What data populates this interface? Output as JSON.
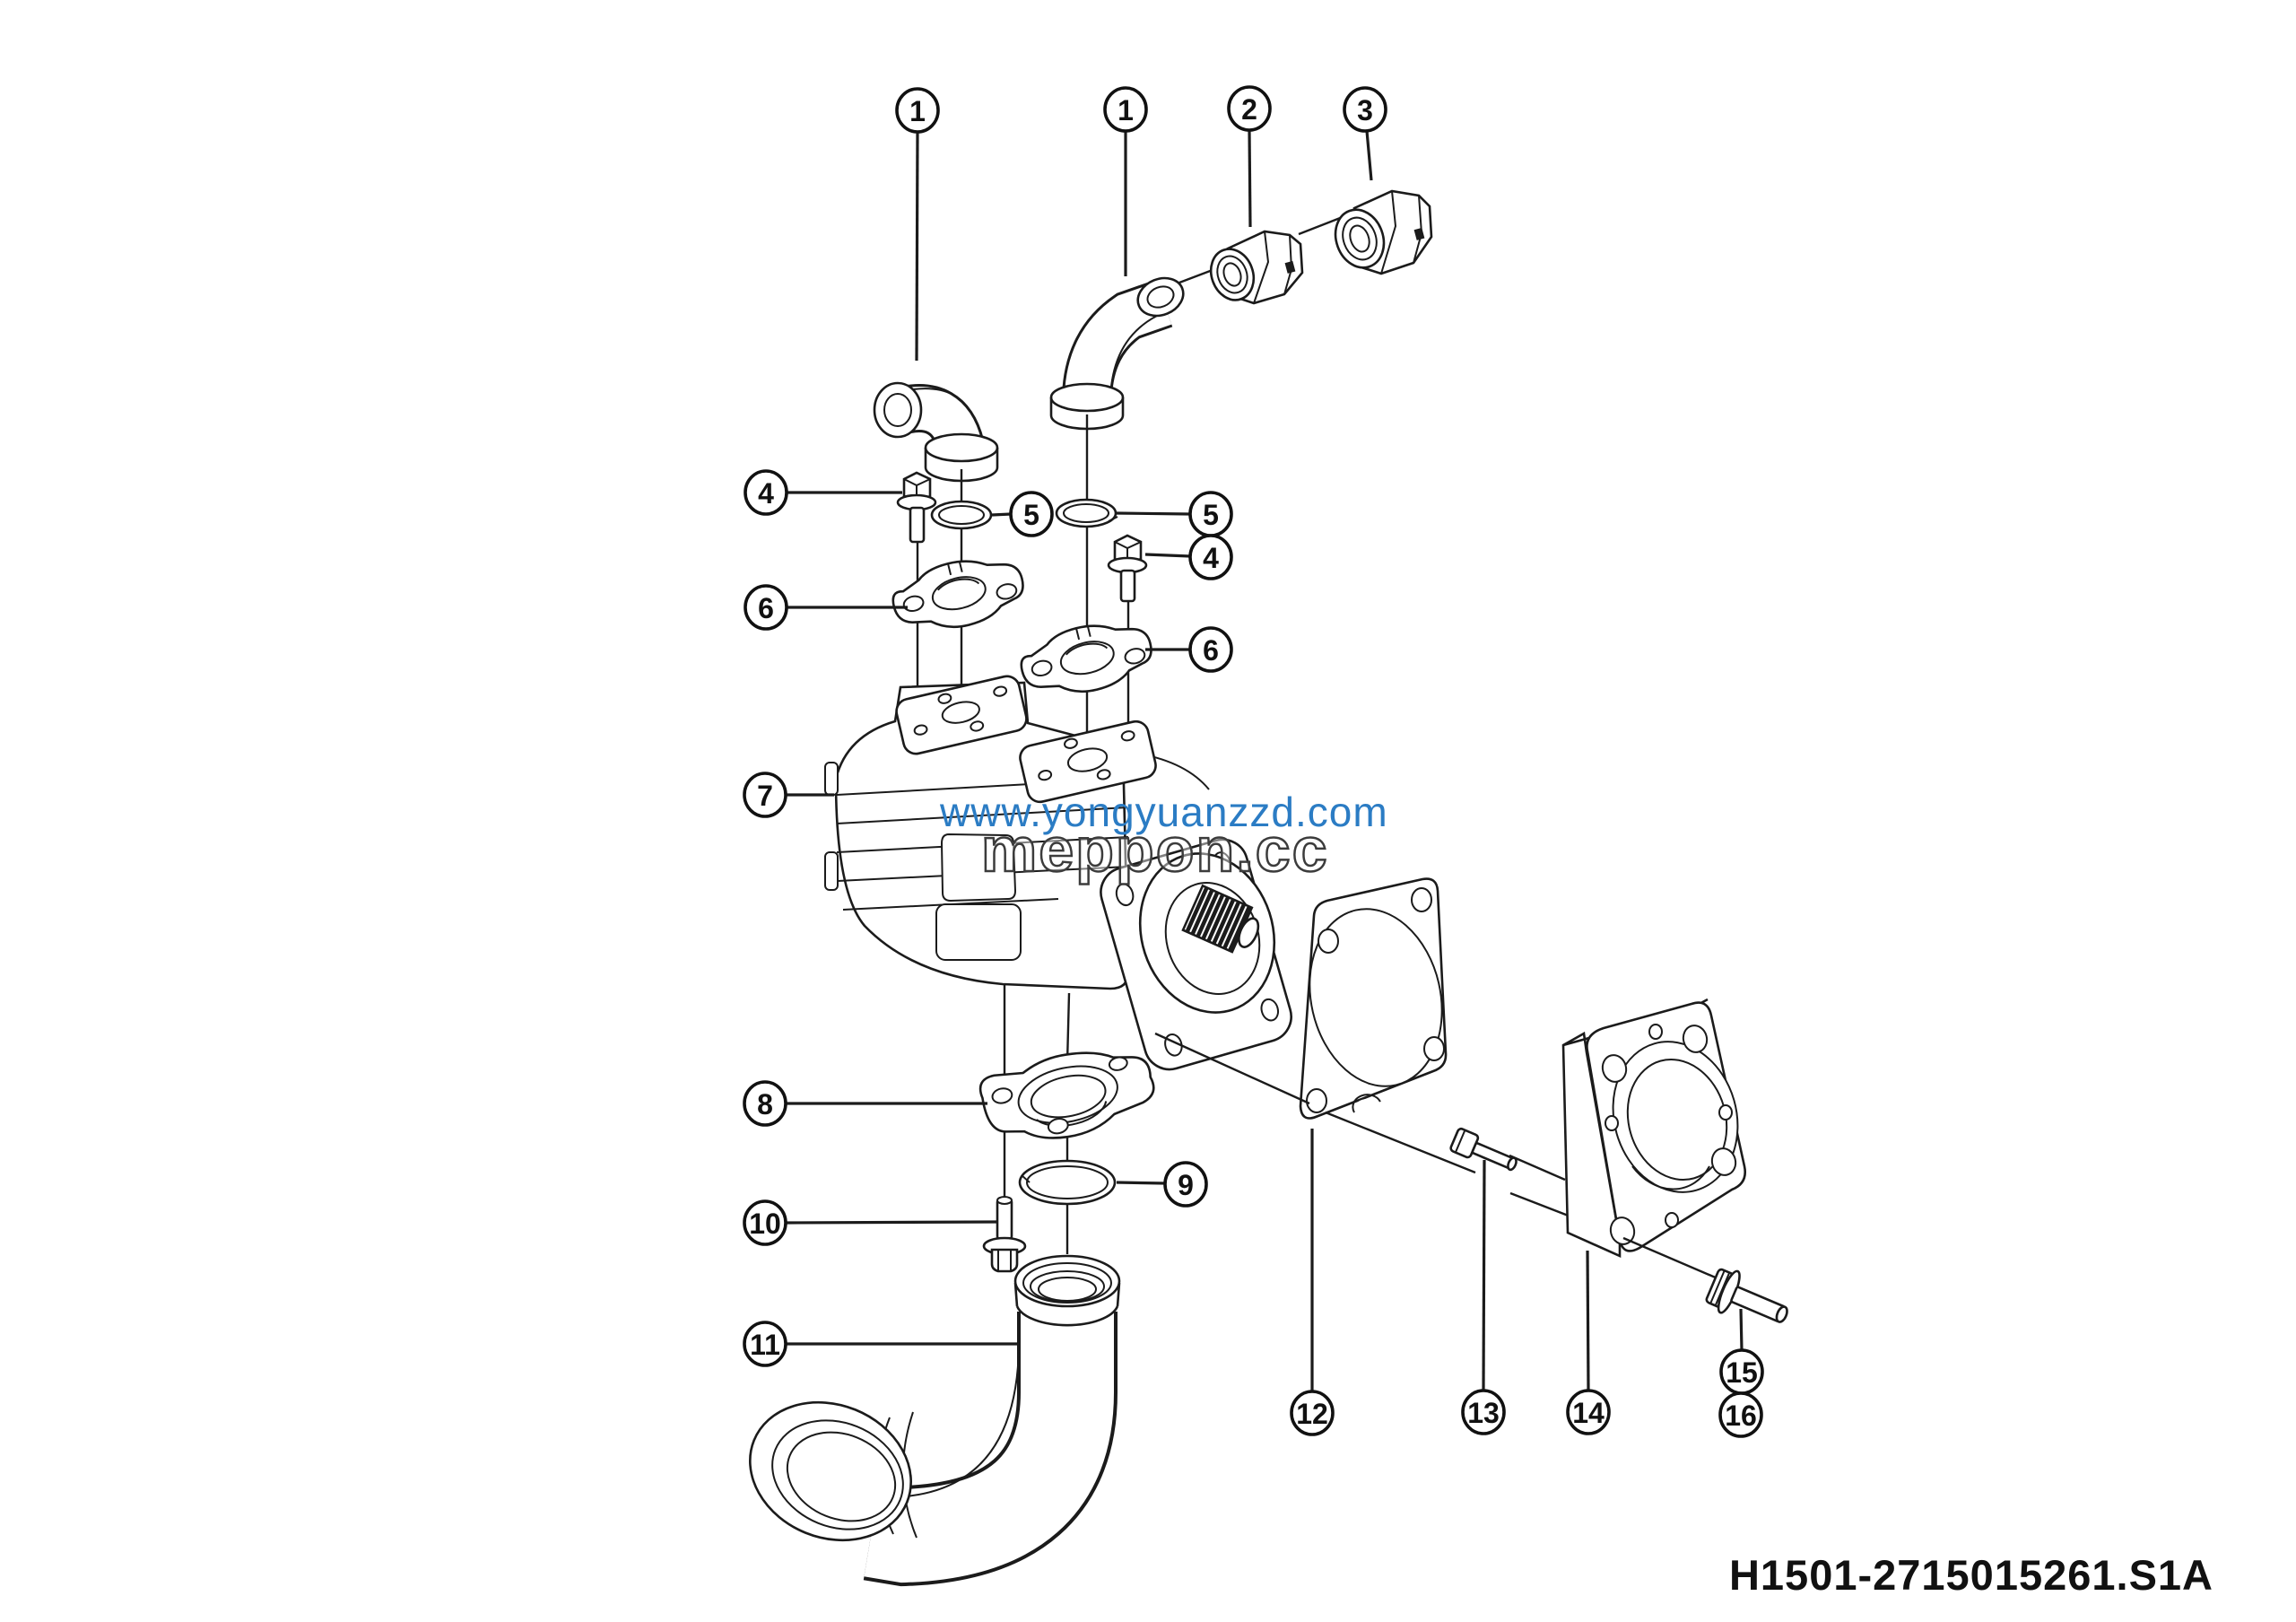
{
  "diagram": {
    "background": "#ffffff",
    "line_color": "#1b1b1b",
    "type": "exploded-parts-diagram"
  },
  "watermark": {
    "url_text": "www.yongyuanzzd.com",
    "url_color": "#2b7cc4",
    "brand_text": "meppon.cc"
  },
  "footer": {
    "part_number": "H1501-2715015261.S1A"
  },
  "callouts": [
    {
      "label": "1"
    },
    {
      "label": "1"
    },
    {
      "label": "2"
    },
    {
      "label": "3"
    },
    {
      "label": "4"
    },
    {
      "label": "5"
    },
    {
      "label": "5"
    },
    {
      "label": "4"
    },
    {
      "label": "6"
    },
    {
      "label": "6"
    },
    {
      "label": "7"
    },
    {
      "label": "8"
    },
    {
      "label": "9"
    },
    {
      "label": "10"
    },
    {
      "label": "11"
    },
    {
      "label": "12"
    },
    {
      "label": "13"
    },
    {
      "label": "14"
    },
    {
      "label": "15"
    },
    {
      "label": "16"
    }
  ]
}
